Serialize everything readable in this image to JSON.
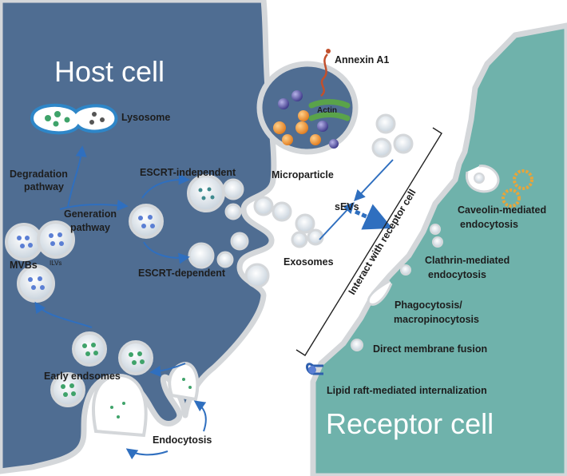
{
  "labels": {
    "host_cell": "Host cell",
    "receptor_cell": "Receptor cell",
    "lysosome": "Lysosome",
    "degradation_pathway_1": "Degradation",
    "degradation_pathway_2": "pathway",
    "generation_pathway_1": "Generation",
    "generation_pathway_2": "pathway",
    "escrt_independent": "ESCRT-independent",
    "escrt_dependent": "ESCRT-dependent",
    "mvbs": "MVBs",
    "ilvs": "ILVs",
    "early_endosomes": "Early endsomes",
    "endocytosis": "Endocytosis",
    "annexin": "Annexin A1",
    "actin": "Actin",
    "microparticle": "Microparticle",
    "sevs": "sEVs",
    "exosomes": "Exosomes",
    "interact": "Interact with receptor cell",
    "caveolin_1": "Caveolin-mediated",
    "caveolin_2": "endocytosis",
    "clathrin_1": "Clathrin-mediated",
    "clathrin_2": "endocytosis",
    "phago_1": "Phagocytosis/",
    "phago_2": "macropinocytosis",
    "direct_fusion": "Direct membrane fusion",
    "lipid_raft": "Lipid raft-mediated internalization"
  },
  "colors": {
    "host": "#4f6d92",
    "membrane": "#d4d7da",
    "receptor": "#6fb2ab",
    "vesicle_blue": "#5b7fd4",
    "vesicle_green": "#3fa36a",
    "exosome_teal": "#3e8a8e"
  }
}
